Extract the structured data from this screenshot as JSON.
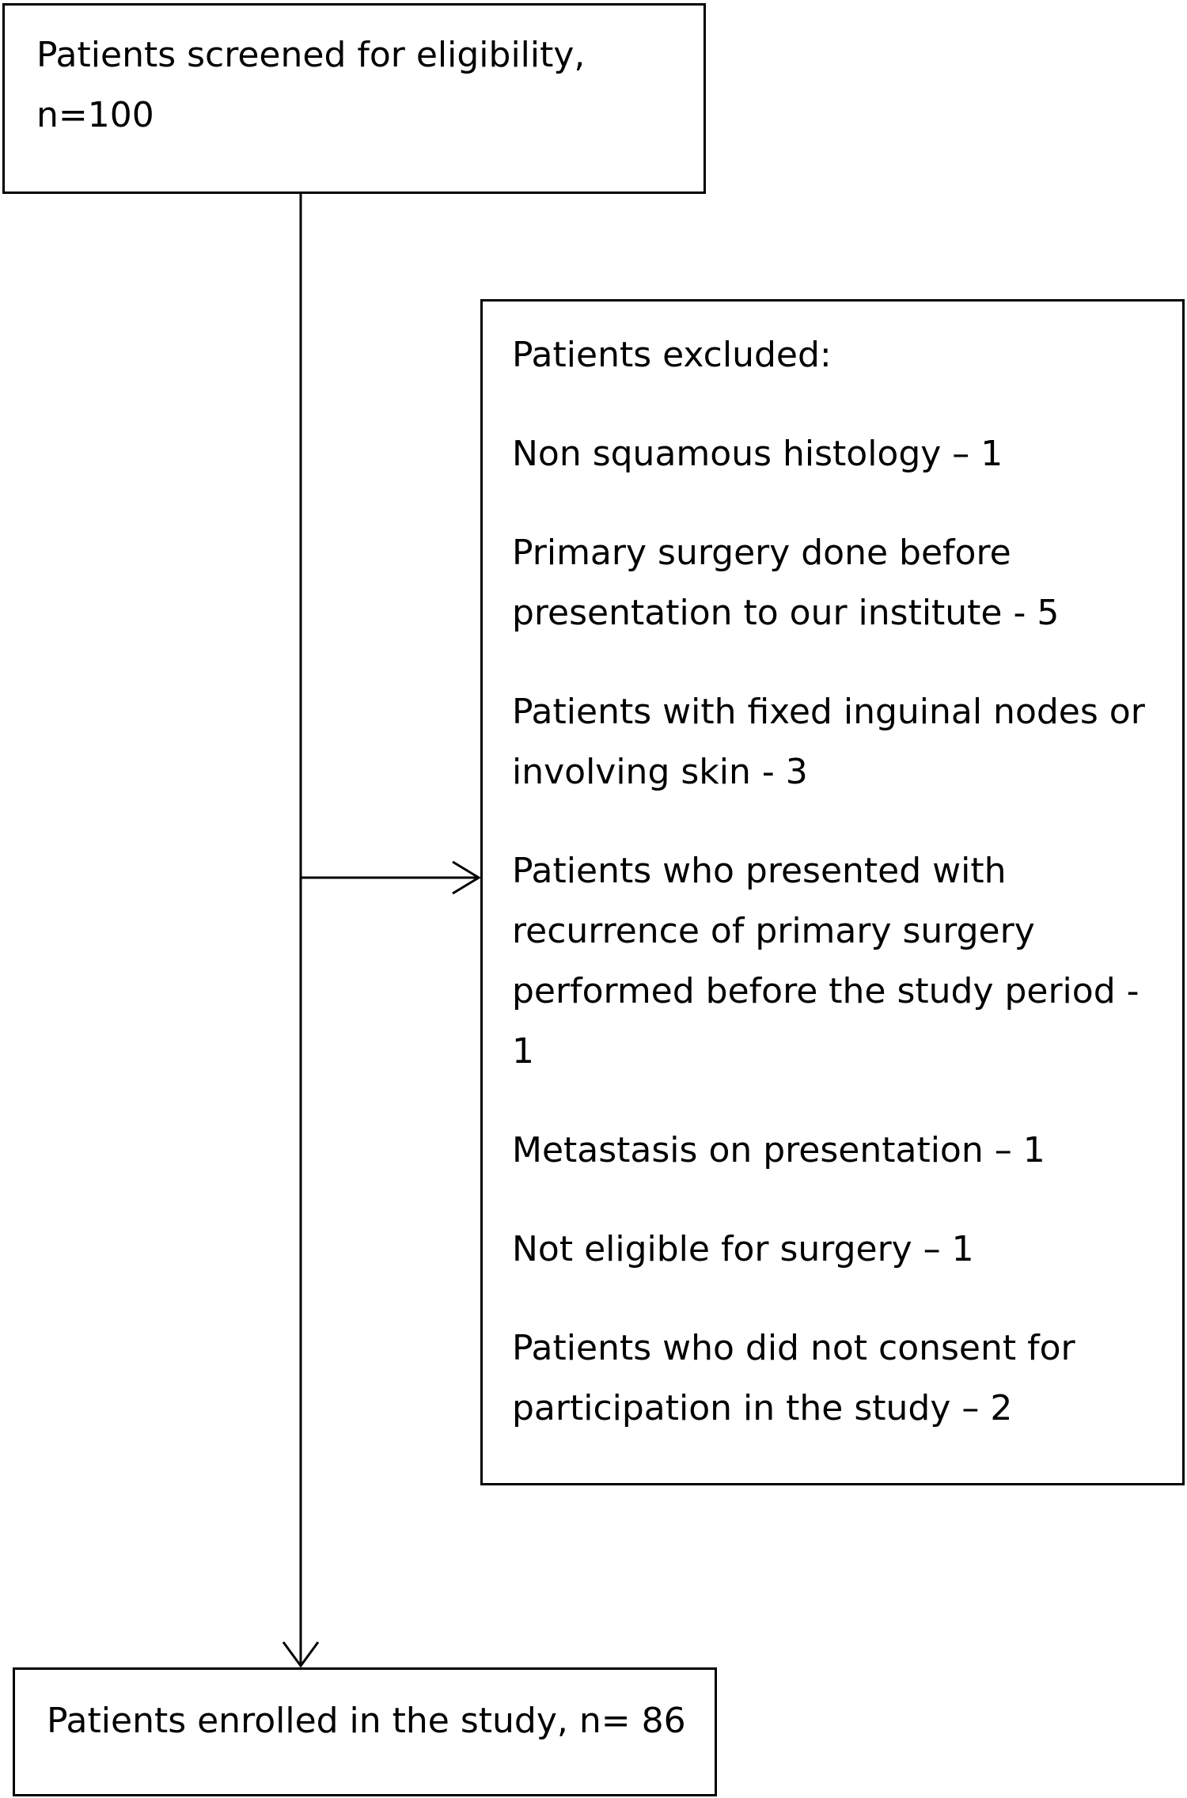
{
  "screened": {
    "text": "Patients screened for eligibility,\nn=100"
  },
  "excluded": {
    "heading": "Patients excluded:",
    "items": [
      "Non squamous histology – 1",
      "Primary surgery done before presentation to our institute - 5",
      "Patients with fixed inguinal nodes or involving skin - 3",
      "Patients who presented with recurrence of primary surgery performed before the study period - 1",
      "Metastasis on presentation – 1",
      "Not eligible for surgery – 1",
      "Patients who did not consent for participation in the study – 2"
    ]
  },
  "enrolled": {
    "text": "Patients enrolled in the study, n= 86"
  },
  "colors": {
    "line": "#000000",
    "background": "#ffffff"
  }
}
